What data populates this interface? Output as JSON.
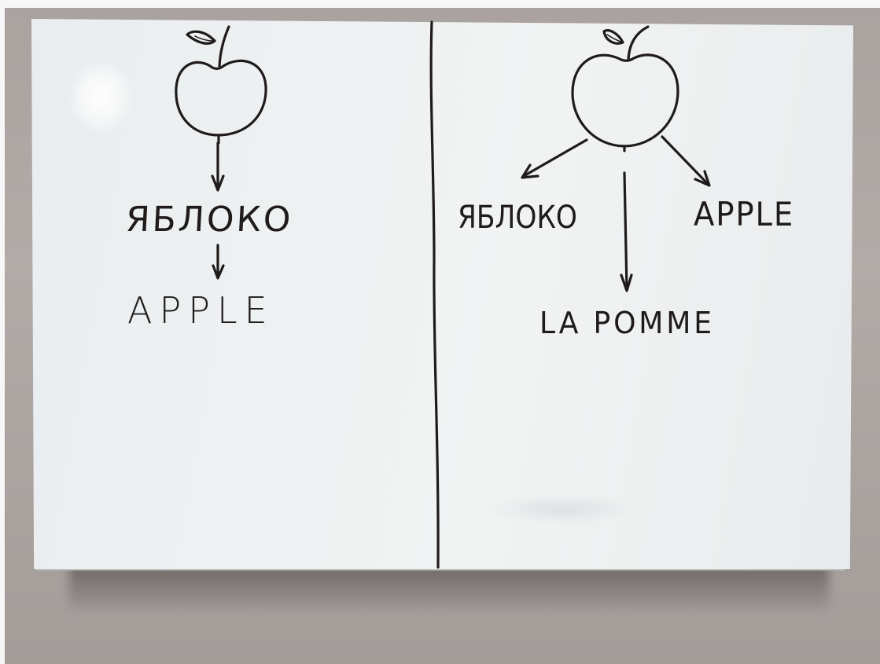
{
  "scene": {
    "subject": "whiteboard",
    "left_panel": {
      "word_russian": "ЯБЛОКО",
      "word_english": "APPLE"
    },
    "right_panel": {
      "word_russian": "ЯБЛОКО",
      "word_english": "APPLE",
      "word_french": "LA POMME"
    }
  },
  "colors": {
    "ink": "#1f1b1a",
    "board": "#eef1f2",
    "wall": "#aaa3a0"
  },
  "icons": {
    "left_drawing": "apple-icon",
    "right_drawing": "apple-icon"
  }
}
